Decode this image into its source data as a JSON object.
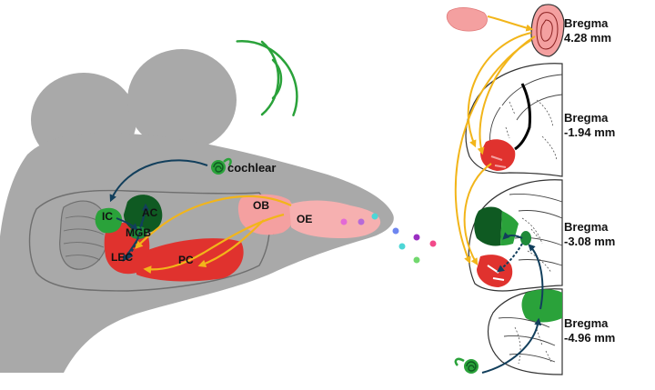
{
  "labels": {
    "cochlear": "cochlear",
    "ic": "IC",
    "ac": "AC",
    "mgb": "MGB",
    "lec": "LEC",
    "pc": "PC",
    "ob": "OB",
    "oe": "OE"
  },
  "sections": [
    {
      "name": "Bregma",
      "value": "4.28 mm"
    },
    {
      "name": "Bregma",
      "value": "-1.94 mm"
    },
    {
      "name": "Bregma",
      "value": "-3.08 mm"
    },
    {
      "name": "Bregma",
      "value": "-4.96 mm"
    }
  ],
  "colors": {
    "head": "#a9a9a9",
    "brain_outline": "#6f6f6f",
    "auditory_green": "#1f8a3a",
    "auditory_dark_green": "#0f5a22",
    "olfactory_red": "#e0322e",
    "olfactory_pink": "#f4a0a0",
    "olfactory_arrow": "#f2b51a",
    "auditory_arrow": "#123f5c",
    "sound_wave": "#2aa23a"
  }
}
